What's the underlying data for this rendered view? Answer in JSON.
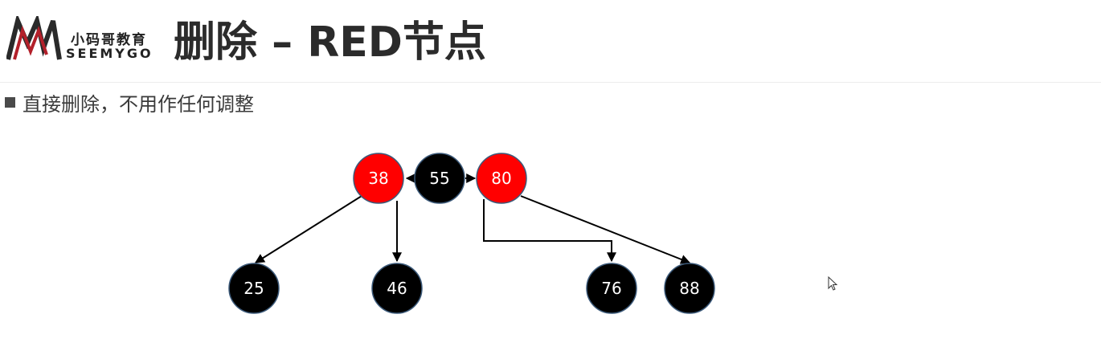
{
  "header": {
    "logo": {
      "name": "logo-mark",
      "cn_text": "小码哥教育",
      "en_text": "SEEMYGO",
      "colors": {
        "dark": "#2a2a2a",
        "red": "#b3202a"
      }
    },
    "title": "删除 – RED节点"
  },
  "content": {
    "bullet": "直接删除，不用作任何调整"
  },
  "diagram": {
    "colors": {
      "red": "#ff0000",
      "black": "#000000",
      "edge": "#000000",
      "outline": "#3c5a7a"
    },
    "nodes": [
      {
        "id": "n38",
        "label": "38",
        "color": "red"
      },
      {
        "id": "n55",
        "label": "55",
        "color": "black"
      },
      {
        "id": "n80",
        "label": "80",
        "color": "red"
      },
      {
        "id": "n25",
        "label": "25",
        "color": "black"
      },
      {
        "id": "n46",
        "label": "46",
        "color": "black"
      },
      {
        "id": "n76",
        "label": "76",
        "color": "black"
      },
      {
        "id": "n88",
        "label": "88",
        "color": "black"
      }
    ],
    "edges": [
      {
        "from": "n55",
        "to": "n38"
      },
      {
        "from": "n55",
        "to": "n80"
      },
      {
        "from": "n38",
        "to": "n25"
      },
      {
        "from": "n38",
        "to": "n46"
      },
      {
        "from": "n80",
        "to": "n76"
      },
      {
        "from": "n80",
        "to": "n88"
      }
    ]
  },
  "cursor_icon": "arrow-cursor-icon"
}
